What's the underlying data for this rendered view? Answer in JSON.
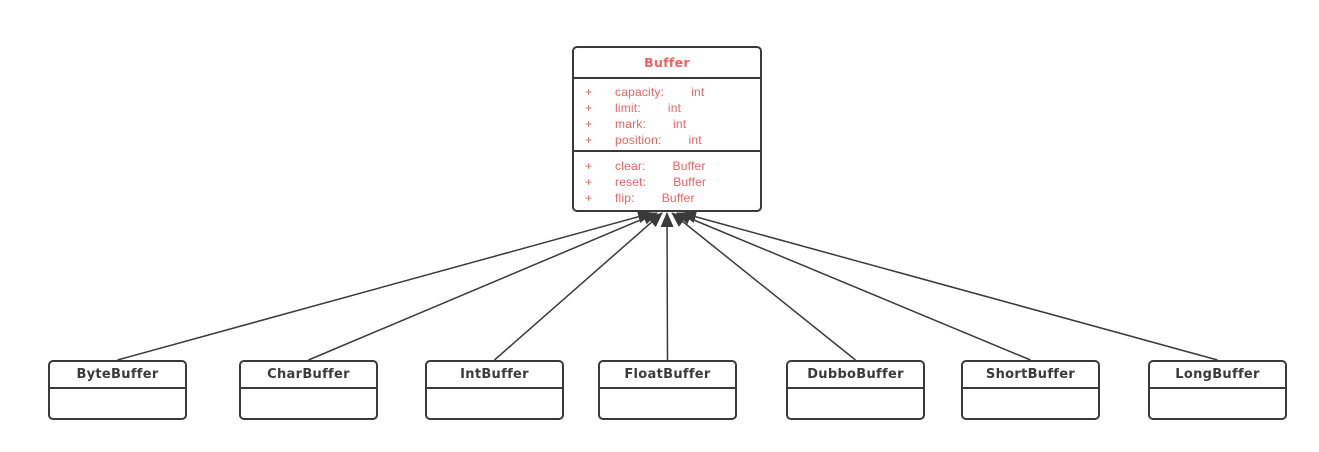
{
  "diagram": {
    "relation": "inheritance",
    "parent": {
      "name": "Buffer",
      "fields": [
        {
          "visibility": "+",
          "name": "capacity:",
          "type": "int"
        },
        {
          "visibility": "+",
          "name": "limit:",
          "type": "int"
        },
        {
          "visibility": "+",
          "name": "mark:",
          "type": "int"
        },
        {
          "visibility": "+",
          "name": "position:",
          "type": "int"
        }
      ],
      "methods": [
        {
          "visibility": "+",
          "name": "clear:",
          "type": "Buffer"
        },
        {
          "visibility": "+",
          "name": "reset:",
          "type": "Buffer"
        },
        {
          "visibility": "+",
          "name": "flip:",
          "type": "Buffer"
        }
      ]
    },
    "children": [
      {
        "name": "ByteBuffer"
      },
      {
        "name": "CharBuffer"
      },
      {
        "name": "IntBuffer"
      },
      {
        "name": "FloatBuffer"
      },
      {
        "name": "DubboBuffer"
      },
      {
        "name": "ShortBuffer"
      },
      {
        "name": "LongBuffer"
      }
    ]
  },
  "colors": {
    "accent": "#f55f5f",
    "line": "#3a3a3a",
    "background": "#ffffff"
  }
}
